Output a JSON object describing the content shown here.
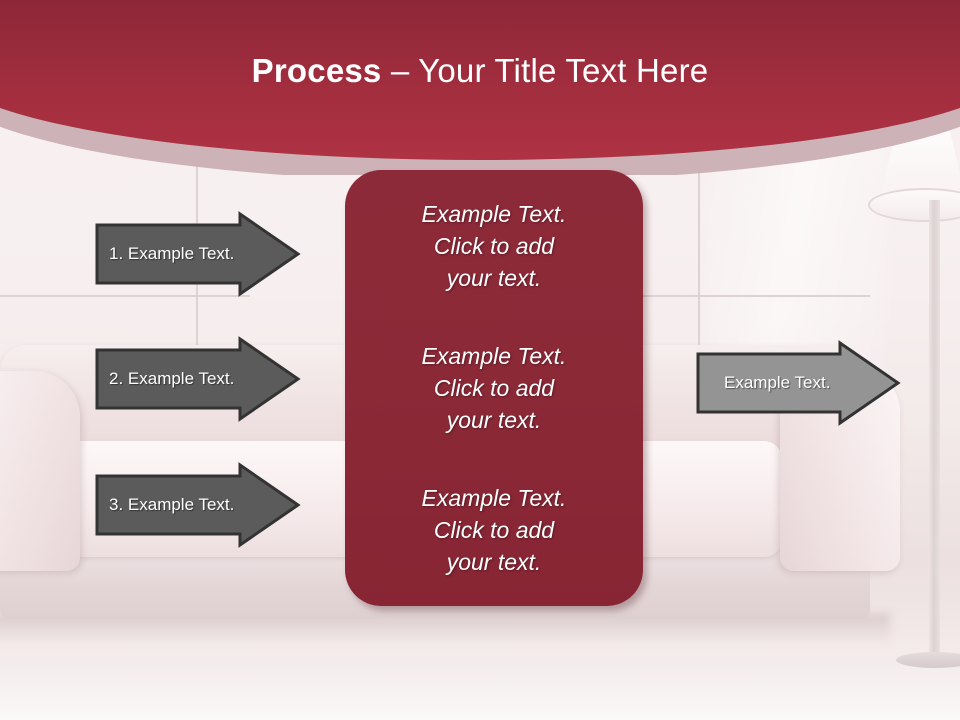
{
  "slide": {
    "title": {
      "bold_part": "Process",
      "rest_part": " – Your Title Text Here"
    }
  },
  "theme": {
    "header_gradient_top": "#6b1e29",
    "header_gradient_bottom": "#ae3243",
    "header_band_pink": "#cdb2b7",
    "panel_red": "#8b2937",
    "arrow_dark_gray": "#5b5b5b",
    "arrow_light_gray": "#949494",
    "arrow_outline": "#333333",
    "text_white": "#ffffff",
    "background_wall": "#f7f1f1"
  },
  "input_arrows": [
    {
      "label": "1. Example Text."
    },
    {
      "label": "2. Example Text."
    },
    {
      "label": "3. Example Text."
    }
  ],
  "center_panel": {
    "blocks": [
      "Example Text.\nClick  to add\nyour text.",
      "Example Text.\nClick  to add\nyour text.",
      "Example Text.\nClick  to add\nyour text."
    ]
  },
  "output_arrow": {
    "label": "Example Text."
  },
  "background": {
    "scene": "living-room-white-leather-couch",
    "lamp": "floor-lamp"
  }
}
